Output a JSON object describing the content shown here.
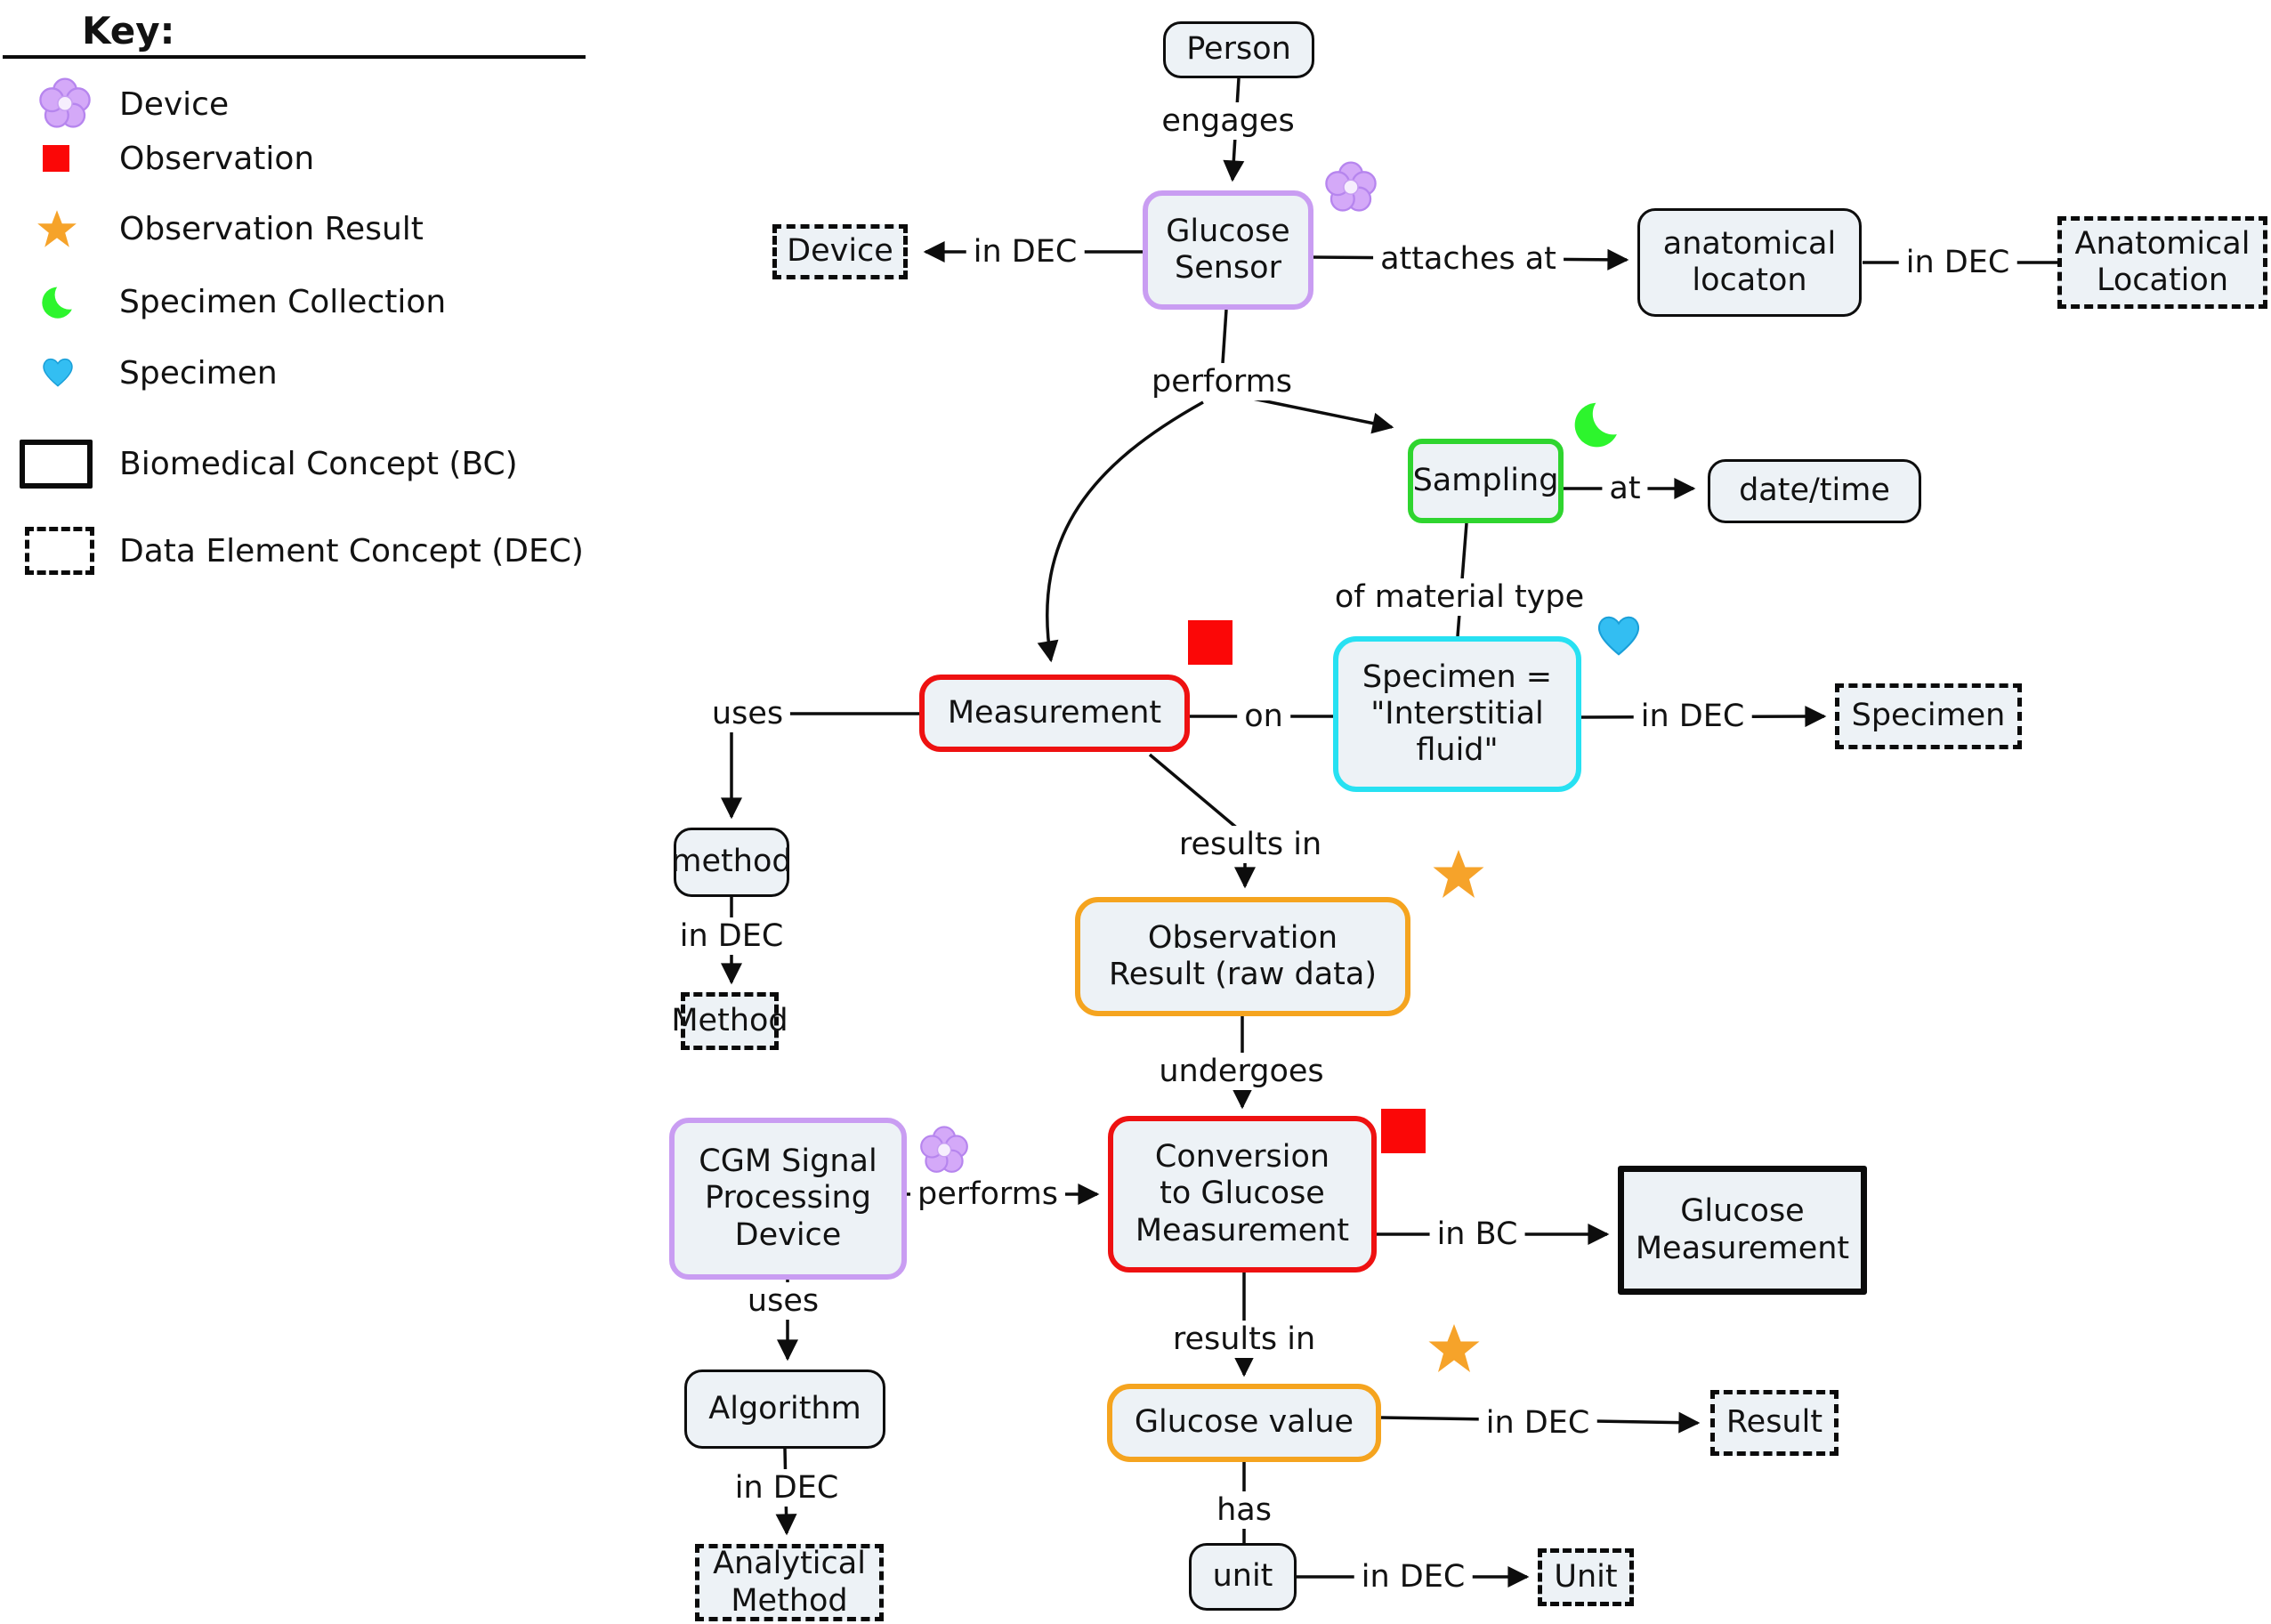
{
  "colors": {
    "background": "#ffffff",
    "node_fill": "#edf2f6",
    "line": "#0d0d0d",
    "device_purple": "#c99df2",
    "observation_red": "#ee1111",
    "observation_result_orange": "#f5a41f",
    "specimen_collection_green": "#2fd52f",
    "specimen_cyan": "#27e1f2",
    "icon_red_square": "#fb0707",
    "icon_star": "#f6a32a",
    "icon_heart": "#33bef2",
    "icon_crescent": "#2df52d",
    "icon_flower": "#d4a9f8"
  },
  "key": {
    "title": "Key:",
    "items": [
      {
        "icon": "flower-icon",
        "label": "Device"
      },
      {
        "icon": "red-square-icon",
        "label": "Observation"
      },
      {
        "icon": "star-icon",
        "label": "Observation Result"
      },
      {
        "icon": "crescent-moon-icon",
        "label": "Specimen Collection"
      },
      {
        "icon": "heart-icon",
        "label": "Specimen"
      },
      {
        "icon": "solid-box-icon",
        "label": "Biomedical Concept (BC)"
      },
      {
        "icon": "dashed-box-icon",
        "label": "Data Element Concept (DEC)"
      }
    ]
  },
  "nodes": {
    "person": "Person",
    "glucose_sensor": "Glucose\nSensor",
    "device_dec": "Device",
    "anatomical_locaton": "anatomical\nlocaton",
    "anatomical_location_dec": "Anatomical\nLocation",
    "sampling": "Sampling",
    "date_time": "date/time",
    "measurement": "Measurement",
    "specimen_if": "Specimen =\n\"Interstitial\nfluid\"",
    "specimen_dec": "Specimen",
    "method": "method",
    "method_dec": "Method",
    "observation_result": "Observation\nResult (raw data)",
    "cgm_device": "CGM Signal\nProcessing\nDevice",
    "conversion": "Conversion\nto Glucose\nMeasurement",
    "glucose_measurement_bc": "Glucose\nMeasurement",
    "algorithm": "Algorithm",
    "analytical_method_dec": "Analytical\nMethod",
    "glucose_value": "Glucose value",
    "result_dec": "Result",
    "unit": "unit",
    "unit_dec": "Unit"
  },
  "edge_labels": {
    "engages": "engages",
    "in_dec_device": "in DEC",
    "attaches_at": "attaches at",
    "in_dec_anatomical": "in DEC",
    "performs_sensor": "performs",
    "at": "at",
    "of_material_type": "of material type",
    "uses_measurement": "uses",
    "on": "on",
    "in_dec_specimen": "in DEC",
    "results_in_measurement": "results in",
    "in_dec_method": "in DEC",
    "undergoes": "undergoes",
    "performs_cgm": "performs",
    "in_bc": "in BC",
    "uses_cgm": "uses",
    "results_in_conversion": "results in",
    "in_dec_algorithm": "in DEC",
    "in_dec_result": "in DEC",
    "has": "has",
    "in_dec_unit": "in DEC"
  }
}
